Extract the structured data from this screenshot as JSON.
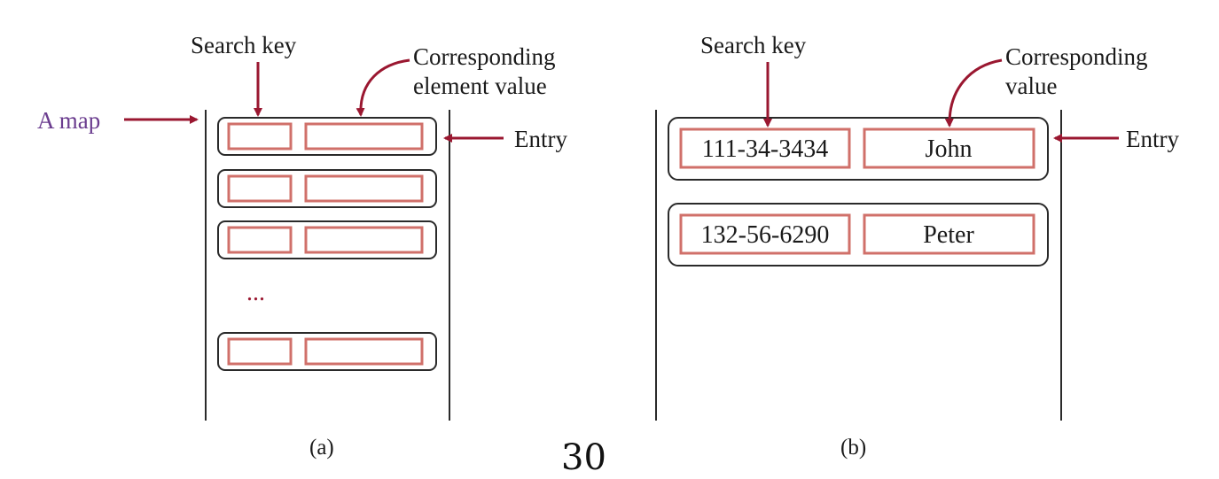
{
  "colors": {
    "arrow": "#9a1730",
    "cell_border": "#d0706a",
    "entry_border": "#2a2a2a",
    "purple_label": "#6b3d8f"
  },
  "panel_a": {
    "search_key_label": "Search key",
    "value_label_line1": "Corresponding",
    "value_label_line2": "element value",
    "map_label": "A map",
    "entry_label": "Entry",
    "ellipsis": "...",
    "caption": "(a)"
  },
  "panel_b": {
    "search_key_label": "Search key",
    "value_label_line1": "Corresponding",
    "value_label_line2": "value",
    "entry_label": "Entry",
    "entries": [
      {
        "key": "111-34-3434",
        "value": "John"
      },
      {
        "key": "132-56-6290",
        "value": "Peter"
      }
    ],
    "caption": "(b)"
  },
  "page_number": "30"
}
